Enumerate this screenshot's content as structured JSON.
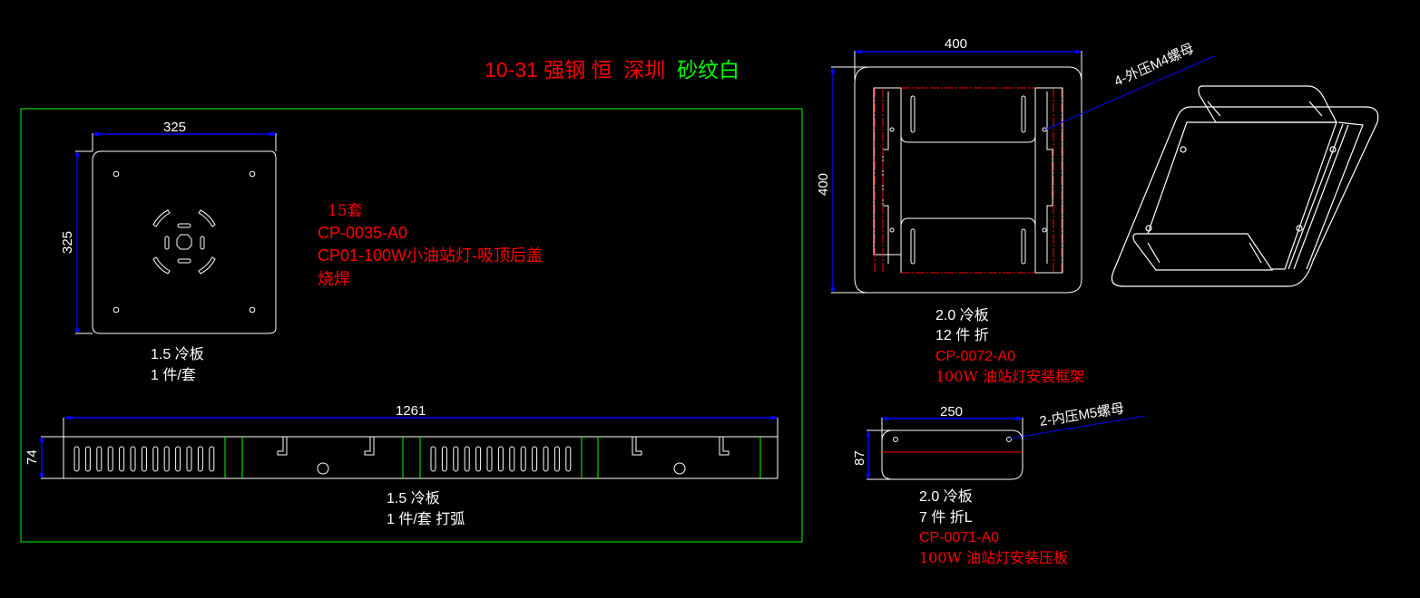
{
  "title": {
    "part1": "10-31",
    "part2": "强钢 恒",
    "part3": "深圳",
    "part4": "砂纹白",
    "colors": {
      "red": "#ff0000",
      "green": "#00ff00"
    }
  },
  "part_cover_plate": {
    "dim_width": "325",
    "dim_height": "325",
    "material": "1.5 冷板",
    "qty": "1 件/套"
  },
  "order_note": {
    "sets": "15套",
    "code": "CP-0035-A0",
    "name": "CP01-100W小油站灯-吸顶后盖",
    "process": "烧焊"
  },
  "part_strip": {
    "dim_length": "1261",
    "dim_height": "74",
    "material": "1.5 冷板",
    "qty": "1 件/套  打弧"
  },
  "part_frame": {
    "dim_width": "400",
    "dim_height": "400",
    "callout": "4-外压M4螺母",
    "material": "2.0 冷板",
    "qty": "12  件  折",
    "code": "CP-0072-A0",
    "name": "100W  油站灯安装框架"
  },
  "part_press_plate": {
    "dim_width": "250",
    "dim_height": "87",
    "callout": "2-内压M5螺母",
    "material": "2.0 冷板",
    "qty": "7 件 折L",
    "code": "CP-0071-A0",
    "name": "100W  油站灯安装压板"
  },
  "colors": {
    "outline": "#ffffff",
    "dimension": "#0000ff",
    "border": "#00ff00",
    "bend_line": "#ff0000",
    "background": "#000000"
  }
}
